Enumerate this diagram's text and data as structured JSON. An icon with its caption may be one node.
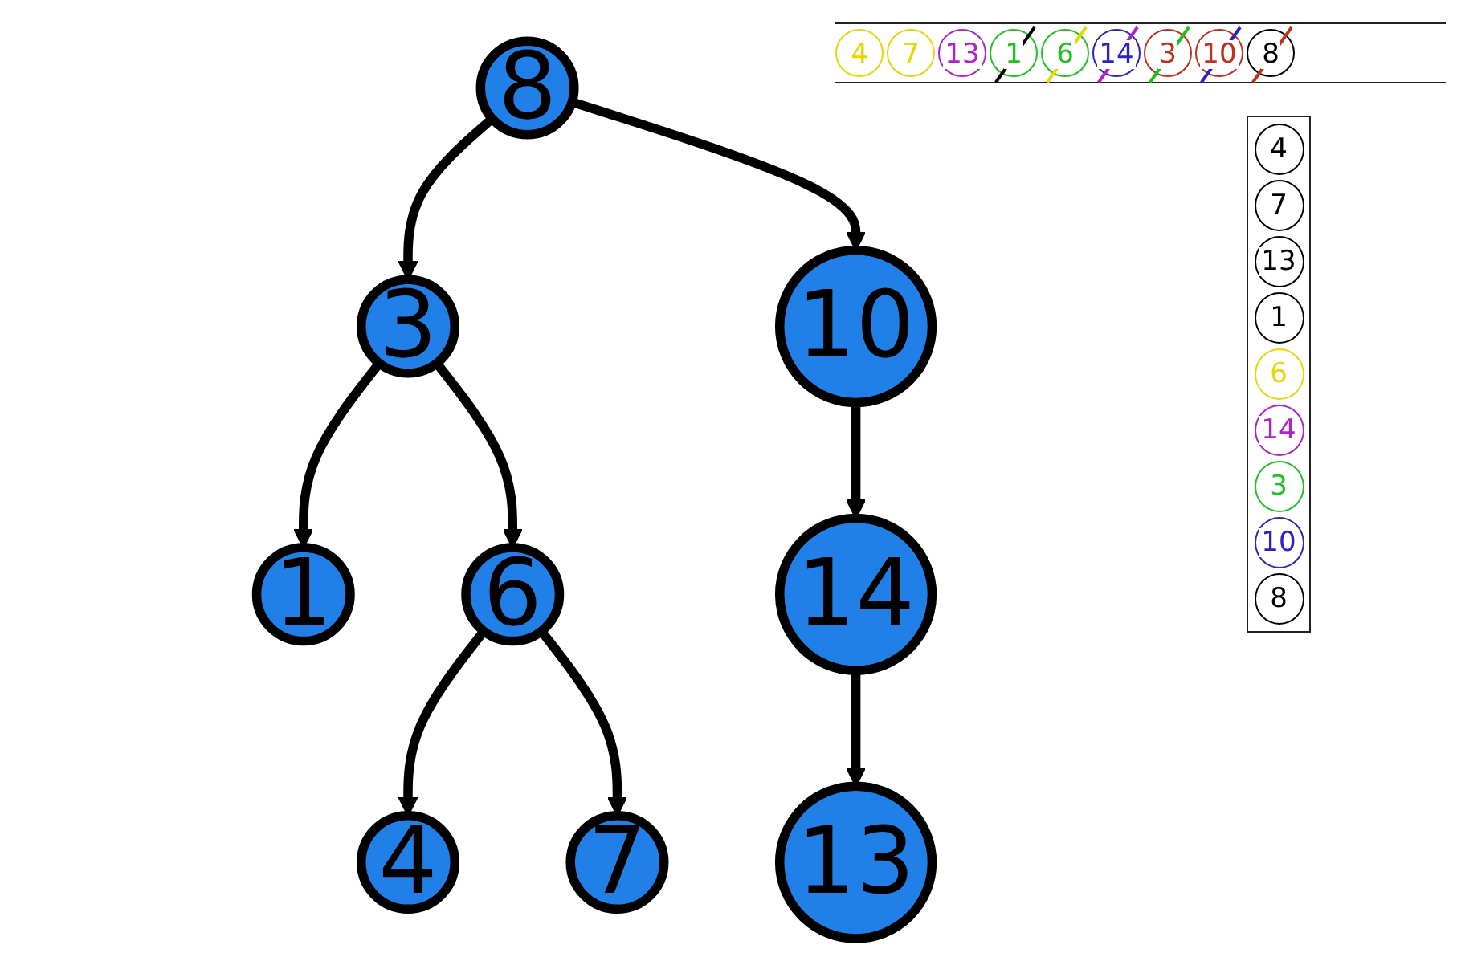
{
  "diagram": {
    "nodes": [
      {
        "text": [
          "8"
        ]
      },
      {
        "text": [
          "3"
        ]
      },
      {
        "text": [
          "10"
        ]
      },
      {
        "text": [
          "1"
        ]
      },
      {
        "text": [
          "6"
        ]
      },
      {
        "text": [
          "14"
        ]
      },
      {
        "text": [
          "4"
        ]
      },
      {
        "text": [
          "7"
        ]
      },
      {
        "text": [
          "13"
        ]
      }
    ],
    "edges": [
      {
        "from": 0,
        "to": 1,
        "arrow": "to"
      },
      {
        "from": 0,
        "to": 2,
        "arrow": "to"
      },
      {
        "from": 1,
        "to": 3,
        "arrow": "to"
      },
      {
        "from": 1,
        "to": 4,
        "arrow": "to"
      },
      {
        "from": 2,
        "to": 5,
        "arrow": "to"
      },
      {
        "from": 4,
        "to": 6,
        "arrow": "to"
      },
      {
        "from": 4,
        "to": 7,
        "arrow": "to"
      },
      {
        "from": 5,
        "to": 8,
        "arrow": "to"
      }
    ],
    "labels": [
      "4",
      "7",
      "13",
      "1",
      "6",
      "14",
      "3",
      "10",
      "8",
      "4",
      "7",
      "13",
      "1",
      "6",
      "14",
      "3",
      "10",
      "8"
    ]
  }
}
